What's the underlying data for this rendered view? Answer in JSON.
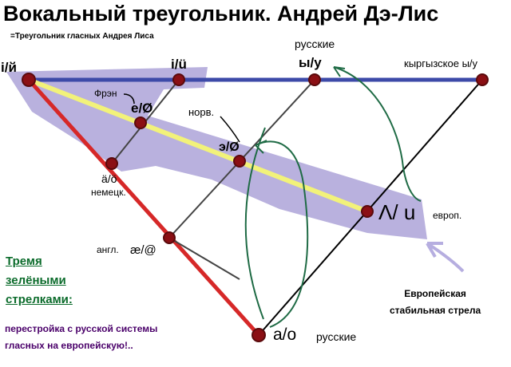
{
  "title": "Вокальный треугольник. Андрей Дэ-Лис",
  "subtitle": "=Треугольник гласных  Андрея Лиса",
  "labels": {
    "top_left": "i/й",
    "top_mid": "i/ü",
    "russkie_top": "русские",
    "y_u": "ы/у",
    "kyrgyz": "кыргызское ы/у",
    "fren": "Фрэн",
    "e_o": "e/Ø",
    "norv": "норв.",
    "eh_o": "э/Ø",
    "a_o_umlaut": "ä/ö",
    "nemeck": "немецк.",
    "wedge_u": "Λ/ u",
    "evrop": "европ.",
    "angl": "англ.",
    "ae": "æ/@",
    "a_o": "a/o",
    "russkie_bottom": "русские"
  },
  "notes": {
    "green_lines": [
      "Тремя",
      "зелёными",
      "стрелками:"
    ],
    "purple_lines": [
      "перестройка с русской системы",
      "гласных на европейскую!.."
    ],
    "eu_lines": [
      "Европейская",
      "стабильная стрела"
    ]
  },
  "colors": {
    "blue_line": "#3d4aa8",
    "red_line": "#d62828",
    "yellow_line": "#f2f27a",
    "gray_line": "#444444",
    "black_line": "#000000",
    "node": "#8b0f14",
    "lavender": "#b9b1de",
    "green_arrow": "#1f6b45",
    "eu_arrow": "#b6aee0"
  }
}
